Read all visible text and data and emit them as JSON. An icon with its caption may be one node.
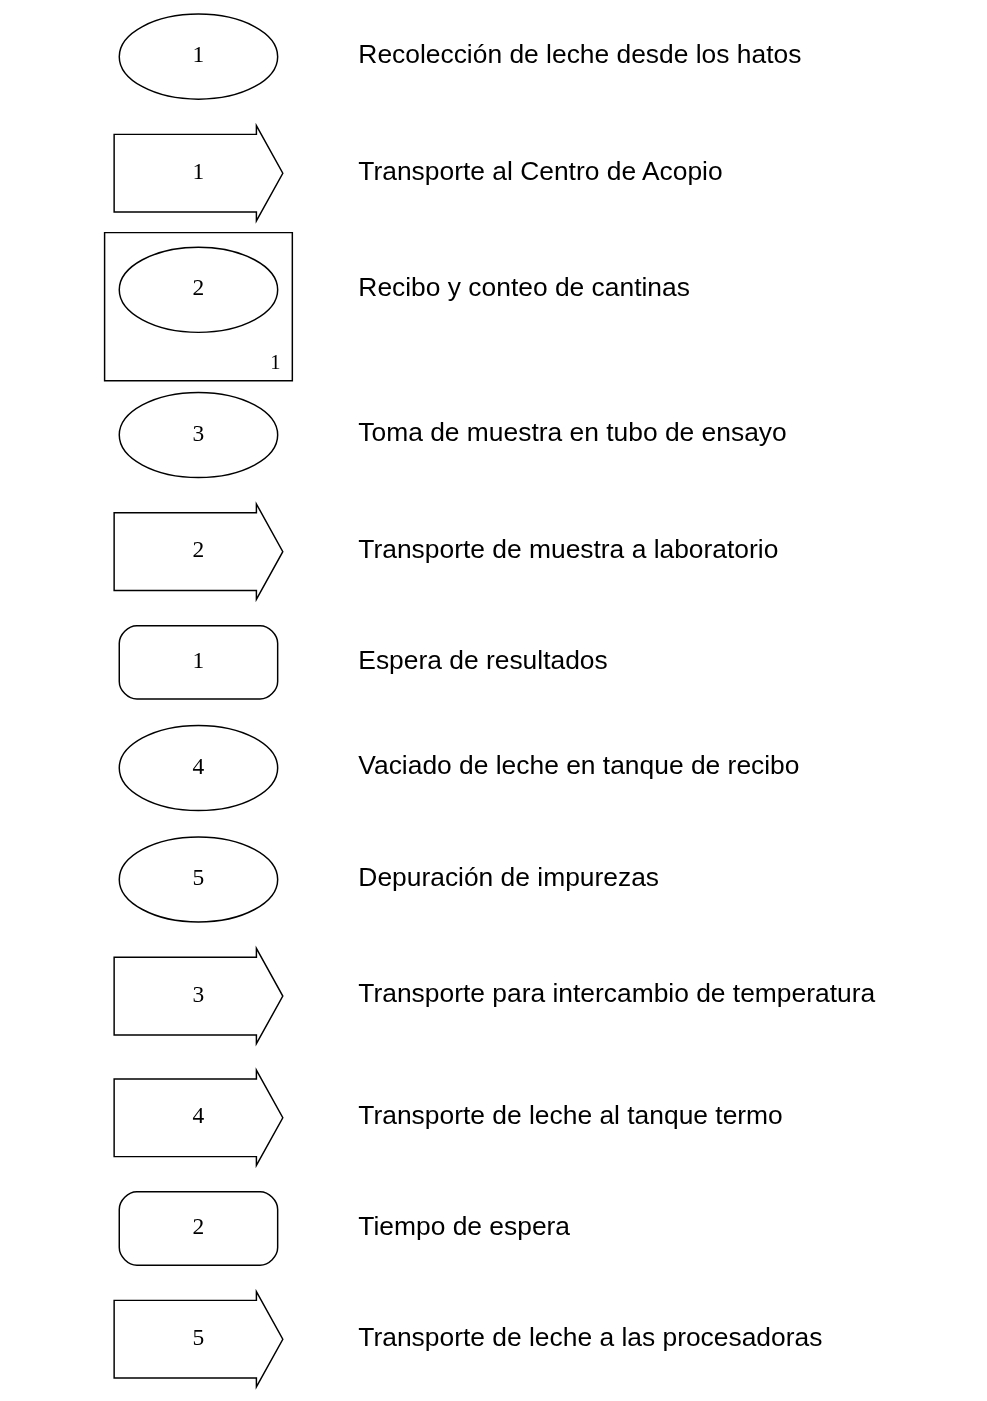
{
  "diagram": {
    "nodes": [
      {
        "text": [
          "1"
        ],
        "beside": [
          "Recolección de leche desde los hatos"
        ]
      },
      {
        "text": [
          "1"
        ],
        "beside": [
          "Transporte al Centro de Acopio"
        ]
      },
      {
        "text": [
          "1"
        ],
        "beside": [
          "Recibo y conteo de cantinas"
        ]
      },
      {
        "text": [
          "2"
        ],
        "in": 2
      },
      {
        "text": [
          "3"
        ],
        "beside": [
          "Toma de muestra en tubo de ensayo"
        ]
      },
      {
        "text": [
          "2"
        ],
        "beside": [
          "Transporte de muestra a laboratorio"
        ]
      },
      {
        "text": [
          "1"
        ],
        "beside": [
          "Espera de resultados"
        ]
      },
      {
        "text": [
          "4"
        ],
        "beside": [
          "Vaciado de leche en tanque de recibo"
        ]
      },
      {
        "text": [
          "5"
        ],
        "beside": [
          "Depuración de impurezas"
        ]
      },
      {
        "text": [
          "3"
        ],
        "beside": [
          "Transporte para intercambio de temperatura"
        ]
      },
      {
        "text": [
          "4"
        ],
        "beside": [
          "Transporte de leche al tanque termo"
        ]
      },
      {
        "text": [
          "2"
        ],
        "beside": [
          "Tiempo de espera"
        ]
      },
      {
        "text": [
          "5"
        ],
        "beside": [
          "Transporte de leche a las procesadoras"
        ]
      }
    ],
    "edges": []
  }
}
